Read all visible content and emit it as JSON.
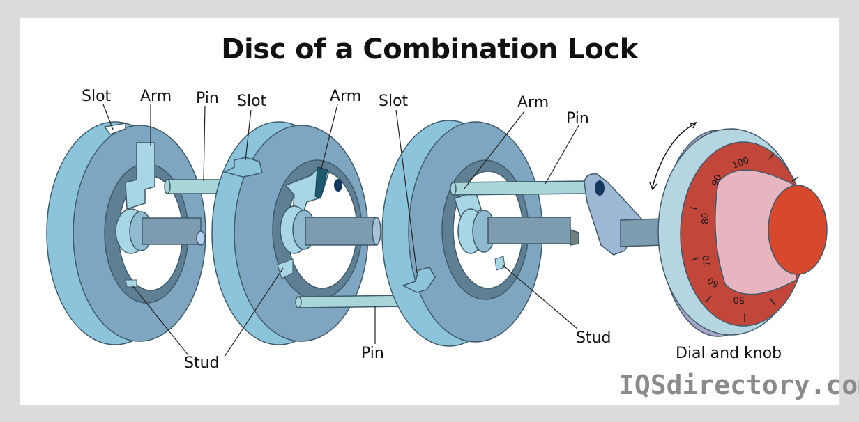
{
  "title": "Disc of a Combination Lock",
  "labels": {
    "slot_1": "Slot",
    "arm_1": "Arm",
    "pin_1": "Pin",
    "slot_2": "Slot",
    "arm_2": "Arm",
    "slot_3": "Slot",
    "arm_3": "Arm",
    "pin_3": "Pin",
    "pin_2": "Pin",
    "stud_1": "Stud",
    "stud_3": "Stud",
    "dial_knob": "Dial and knob"
  },
  "dial_numbers": [
    "100",
    "90",
    "80",
    "70",
    "60",
    "50"
  ],
  "watermark": "IQSdirectory.com",
  "colors": {
    "disc_light": "#8cc4dc",
    "disc_mid": "#7fa6c0",
    "disc_dark": "#4e6b80",
    "dial_red": "#c2463a",
    "knob_pink": "#e7b5bf",
    "knob_orange": "#d8482c",
    "rod": "#7d9cb0",
    "pin": "#a9d6d9"
  }
}
